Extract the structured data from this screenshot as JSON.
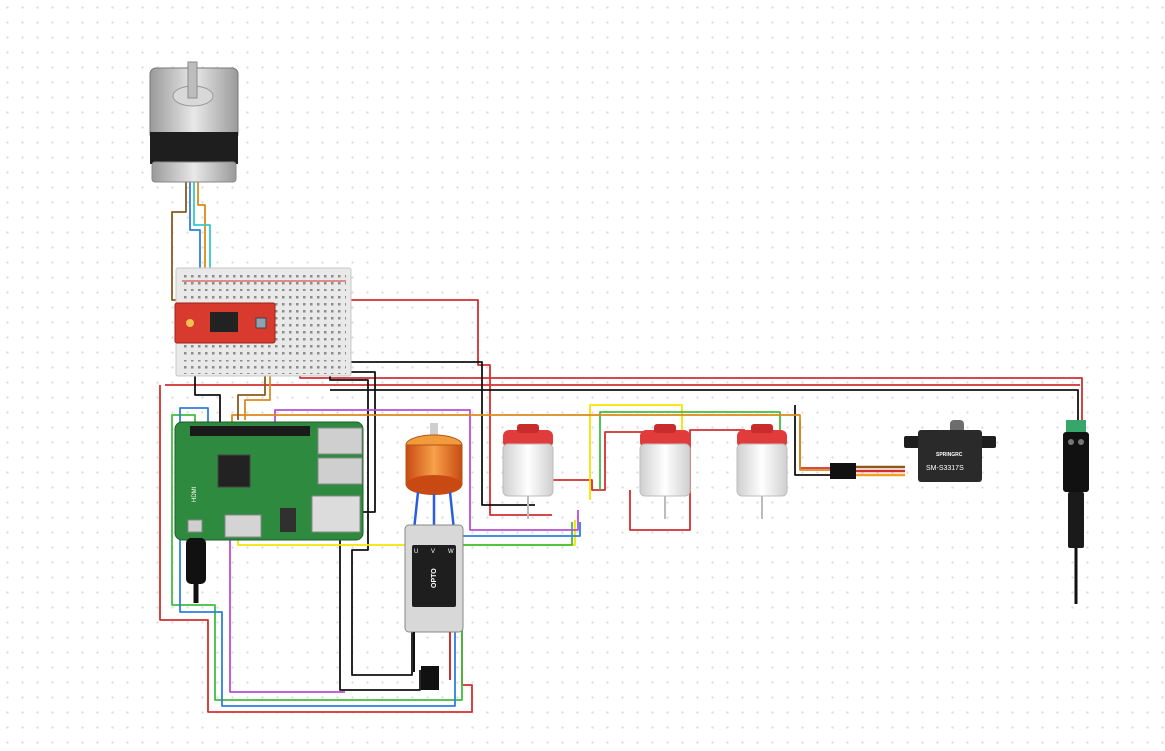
{
  "canvas": {
    "background": "#ffffff",
    "grid_dots": true
  },
  "components": {
    "stepper_motor": {
      "icon": "stepper-motor-icon"
    },
    "breadboard": {
      "icon": "breadboard-icon"
    },
    "stepper_driver": {
      "icon": "stepper-driver-board-icon"
    },
    "raspberry_pi": {
      "icon": "raspberry-pi-board-icon",
      "hdmi_label": "HDMI"
    },
    "usb_power_cable": {
      "icon": "micro-usb-cable-icon"
    },
    "brushless_motor": {
      "icon": "brushless-motor-icon"
    },
    "esc": {
      "icon": "esc-icon",
      "label": "OPTO",
      "pins": [
        "U",
        "V",
        "W"
      ]
    },
    "dc_motors": [
      {
        "icon": "dc-motor-icon"
      },
      {
        "icon": "dc-motor-icon"
      },
      {
        "icon": "dc-motor-icon"
      }
    ],
    "servo": {
      "icon": "servo-icon",
      "brand": "SPRINGRC",
      "model": "SM-S3317S"
    },
    "dc_jack": {
      "icon": "dc-barrel-jack-icon"
    }
  },
  "wire_colors": {
    "red": "#d32f2f",
    "black": "#111111",
    "yellow": "#f5e400",
    "green": "#3fbf3f",
    "blue": "#2f7fe0",
    "purple": "#b84fd6",
    "orange": "#d98a1c",
    "brown": "#8a5a1e",
    "cyan": "#35c9c9"
  }
}
